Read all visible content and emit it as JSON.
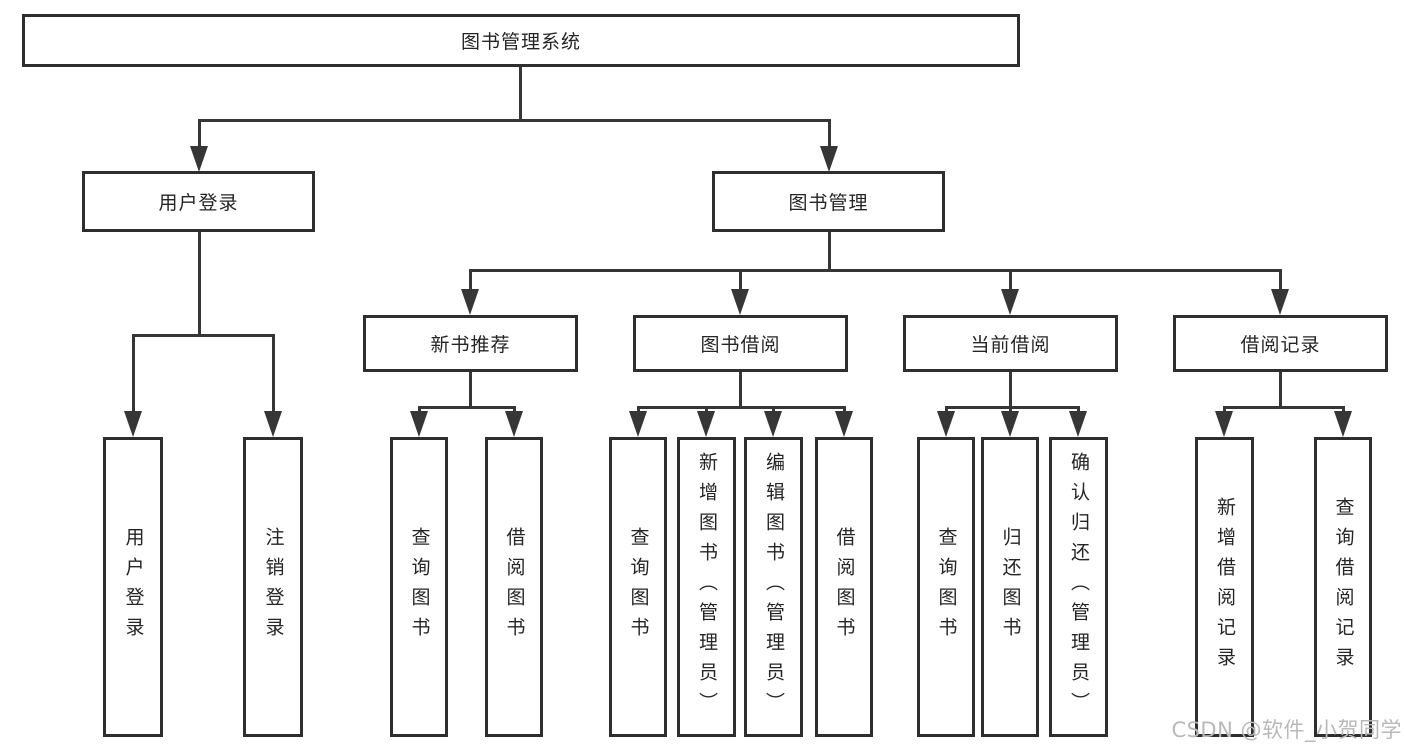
{
  "nodes": {
    "root": "图书管理系统",
    "login_branch": "用户登录",
    "mgmt_branch": "图书管理",
    "login_user_login": "用户登录",
    "login_logout": "注销登录",
    "new_book": "新书推荐",
    "borrow": "图书借阅",
    "current": "当前借阅",
    "records": "借阅记录",
    "new_book_query": "查询图书",
    "new_book_borrow": "借阅图书",
    "borrow_query": "查询图书",
    "borrow_add": "新增图书（管理员）",
    "borrow_edit": "编辑图书（管理员）",
    "borrow_borrow": "借阅图书",
    "current_query": "查询图书",
    "current_return": "归还图书",
    "current_confirm": "确认归还（管理员）",
    "records_add": "新增借阅记录",
    "records_query": "查询借阅记录"
  },
  "watermark": "CSDN @软件_小贺同学",
  "colors": {
    "line": "#363636",
    "box_border": "#2e2e2e",
    "text": "#252525",
    "watermark": "#b9b9b9",
    "background": "#ffffff"
  }
}
